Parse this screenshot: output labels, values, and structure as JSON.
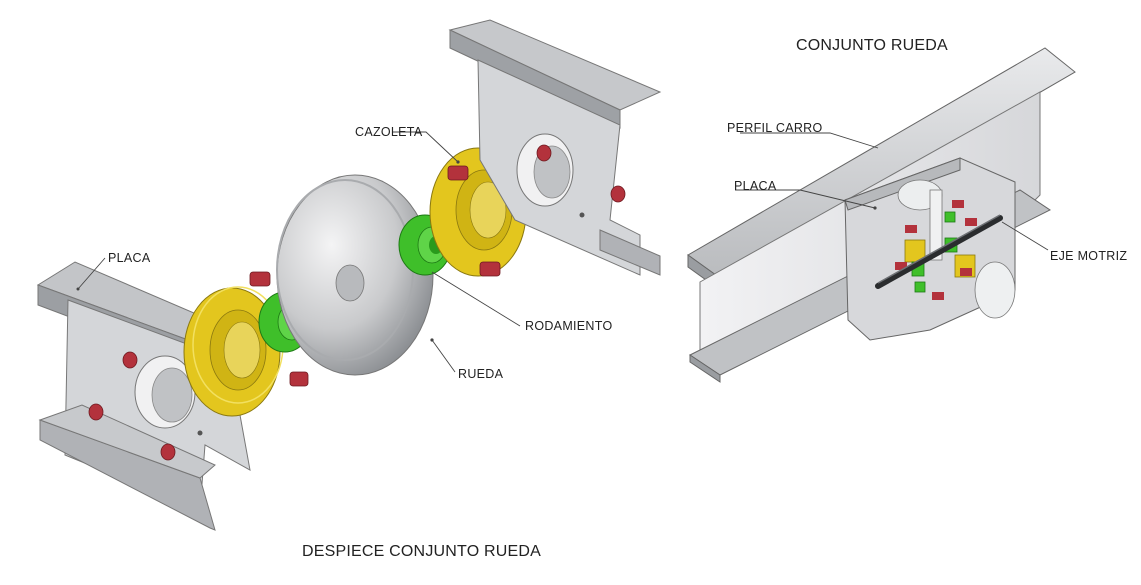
{
  "exploded_view": {
    "title": "DESPIECE CONJUNTO RUEDA",
    "labels": {
      "cazoleta": "CAZOLETA",
      "placa": "PLACA",
      "rodamiento": "RODAMIENTO",
      "rueda": "RUEDA"
    }
  },
  "assembly_view": {
    "title": "CONJUNTO RUEDA",
    "labels": {
      "perfil_carro": "PERFIL CARRO",
      "placa": "PLACA",
      "eje_motriz": "EJE MOTRIZ"
    }
  },
  "colors": {
    "steel_light": "#d9dadc",
    "steel_mid": "#b4b6b9",
    "steel_dark": "#8c8f93",
    "cup_yellow": "#e3c61e",
    "bearing_green": "#3fbf2a",
    "bolt_red": "#b3323c"
  }
}
